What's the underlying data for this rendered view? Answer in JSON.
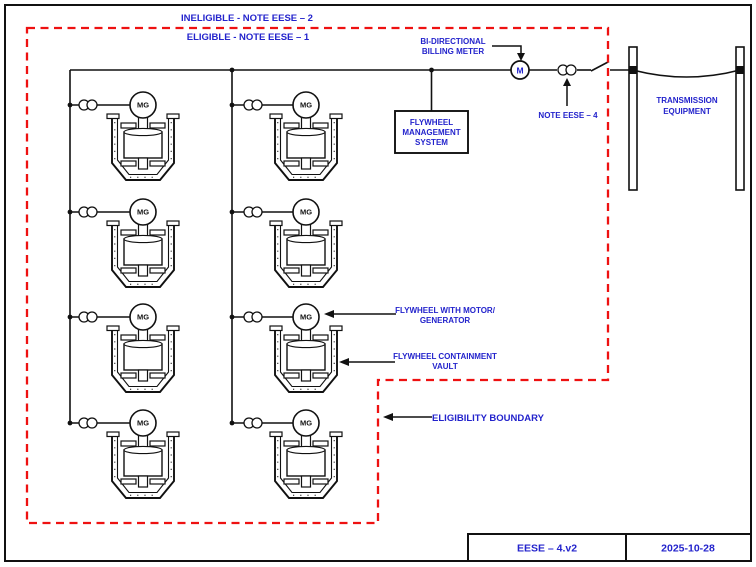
{
  "colors": {
    "label_blue": "#2323cc",
    "boundary_red": "#ee1111",
    "line_black": "#111111"
  },
  "boundary": {
    "ineligible_label": "INELIGIBLE - NOTE EESE – 2",
    "eligible_label": "ELIGIBLE - NOTE EESE – 1",
    "eligibility_label": "ELIGIBILITY BOUNDARY"
  },
  "meter": {
    "label_line1": "BI-DIRECTIONAL",
    "label_line2": "BILLING METER",
    "symbol": "M",
    "note_label": "NOTE EESE – 4"
  },
  "fms": {
    "line1": "FLYWHEEL",
    "line2": "MANAGEMENT",
    "line3": "SYSTEM"
  },
  "transmission": {
    "line1": "TRANSMISSION",
    "line2": "EQUIPMENT"
  },
  "flywheel": {
    "count": 8,
    "mg_label": "MG",
    "motor_label_line1": "FLYWHEEL WITH MOTOR/",
    "motor_label_line2": "GENERATOR",
    "vault_label_line1": "FLYWHEEL CONTAINMENT",
    "vault_label_line2": "VAULT"
  },
  "title_block": {
    "document": "EESE – 4.v2",
    "date": "2025-10-28"
  }
}
